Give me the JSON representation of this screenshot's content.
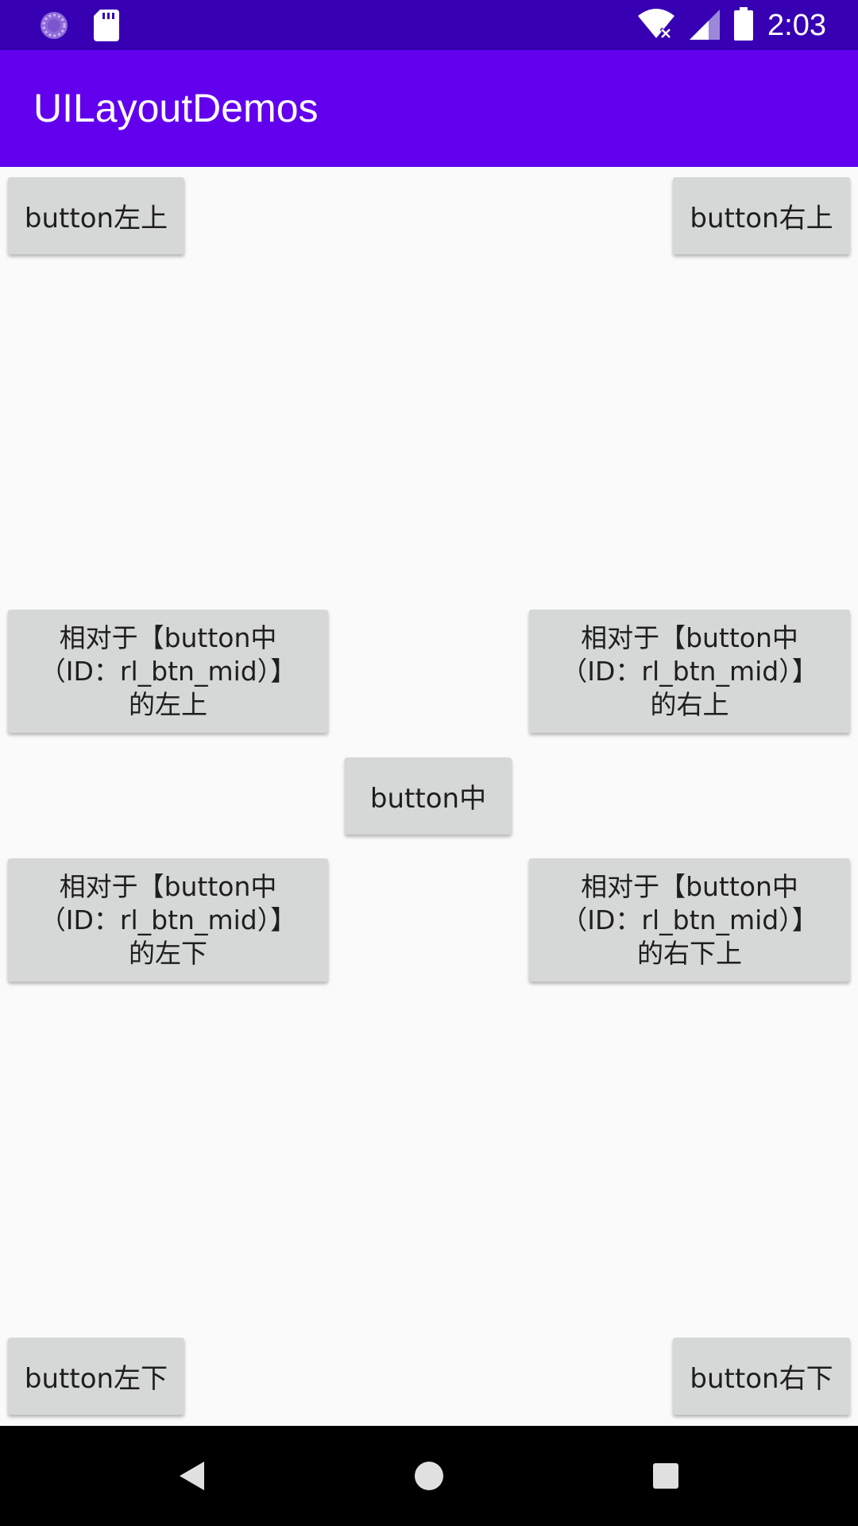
{
  "status_bar": {
    "time": "2:03",
    "icons": [
      "sync-icon",
      "sd-card-icon",
      "wifi-off-icon",
      "signal-icon",
      "battery-icon"
    ]
  },
  "app_bar": {
    "title": "UILayoutDemos"
  },
  "buttons": {
    "top_left": "button左上",
    "top_right": "button右上",
    "mid_top_left": [
      "相对于【button中",
      "（ID：rl_btn_mid）】",
      "的左上"
    ],
    "mid_top_right": [
      "相对于【button中",
      "（ID：rl_btn_mid）】",
      "的右上"
    ],
    "middle": "button中",
    "mid_bottom_left": [
      "相对于【button中",
      "（ID：rl_btn_mid）】",
      "的左下"
    ],
    "mid_bottom_right": [
      "相对于【button中",
      "（ID：rl_btn_mid）】",
      "的右下上"
    ],
    "bottom_left": "button左下",
    "bottom_right": "button右下"
  },
  "nav_bar": {
    "back": "back-icon",
    "home": "home-icon",
    "recents": "recents-icon"
  },
  "colors": {
    "status_bar": "#3700b3",
    "app_bar": "#6200ee",
    "button_bg": "#d6d7d7",
    "background": "#fafafa"
  }
}
